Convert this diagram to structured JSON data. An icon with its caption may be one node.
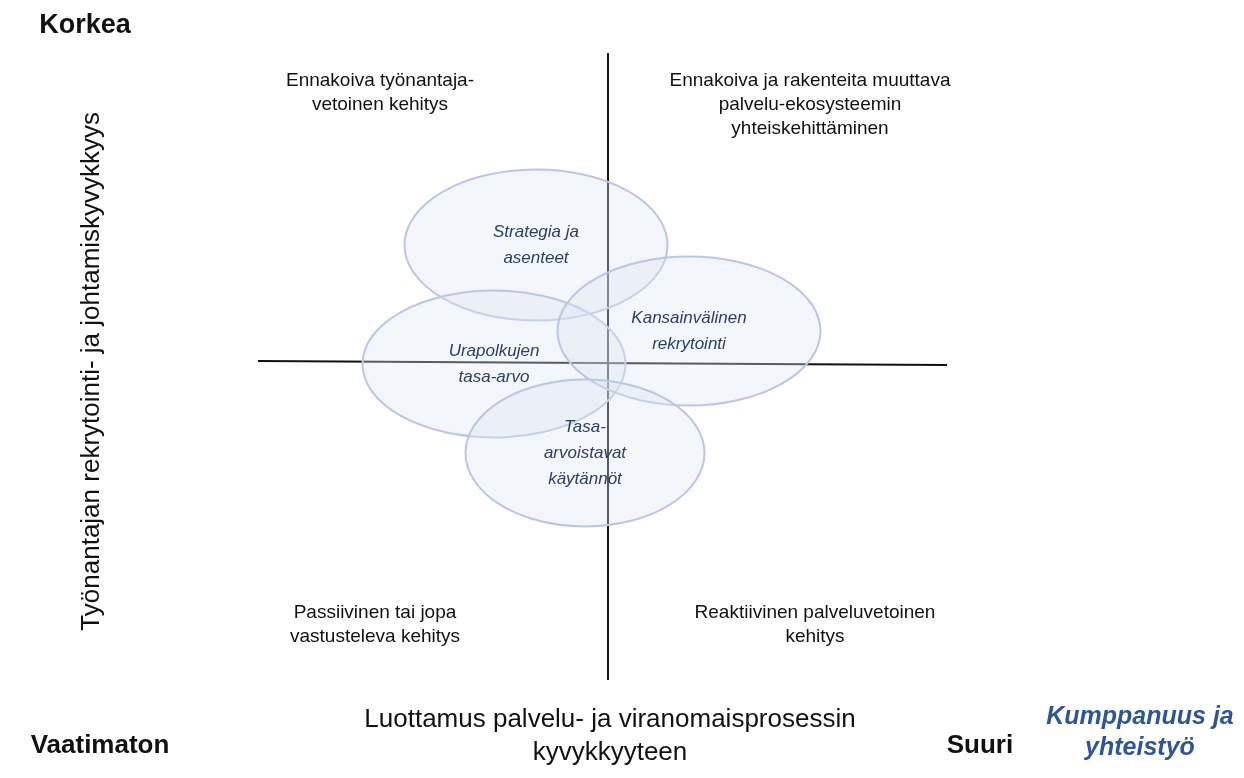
{
  "diagram": {
    "nodes": [
      {
        "text": [
          "Strategia ja asenteet"
        ]
      },
      {
        "text": [
          "Urapolkujen tasa-arvo"
        ]
      },
      {
        "text": [
          "Kansainvälinen rekrytointi"
        ]
      },
      {
        "text": [
          "Tasa-arvoistavat käytännöt"
        ]
      }
    ],
    "labels": [
      "Korkea",
      "Työnantajan rekrytointi- ja johtamiskyvykkyys",
      "Ennakoiva työnantaja-vetoinen kehitys",
      "Ennakoiva ja rakenteita muuttava palvelu-ekosysteemin yhteiskehittäminen",
      "Passiivinen tai jopa vastusteleva kehitys",
      "Reaktiivinen palveluvetoinen kehitys",
      "Vaatimaton",
      "Luottamus palvelu- ja viranomaisprosessin kyvykkyyteen",
      "Suuri",
      "Kumppanuus ja yhteistyö"
    ]
  }
}
